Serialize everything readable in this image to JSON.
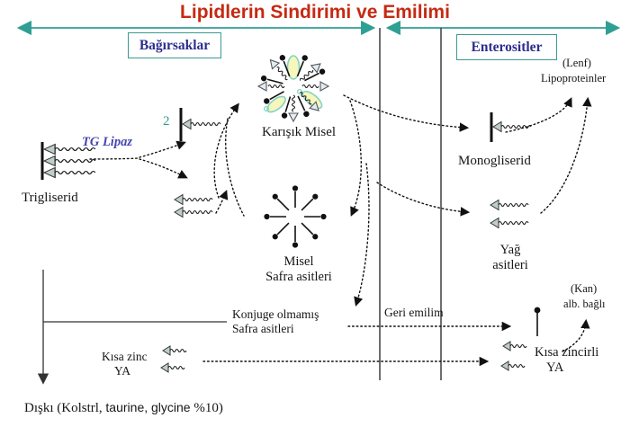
{
  "title": "Lipidlerin Sindirimi ve Emilimi",
  "regions": {
    "left_box": "Bağırsaklar",
    "right_box": "Enterositler"
  },
  "labels": {
    "trigliserid": "Trigliserid",
    "tg_lipaz": "TG Lipaz",
    "two": "2",
    "karisik_misel": "Karışık Misel",
    "misel_line1": "Misel",
    "misel_line2": "Safra asitleri",
    "monogliserid": "Monogliserid",
    "yag_line1": "Yağ",
    "yag_line2": "asitleri",
    "lenf": "(Lenf)",
    "lipoproteinler": "Lipoproteinler",
    "kan": "(Kan)",
    "alb_bagli": "alb. bağlı",
    "geri_emilim": "Geri emilim",
    "konjuge_line1": "Konjuge olmamış",
    "konjuge_line2": "Safra asitleri",
    "kisa_zinc_line1": "Kısa zinc",
    "kisa_zinc_line2": "YA",
    "kisa_zincirli_line1": "Kısa zincirli",
    "kisa_zincirli_line2": "YA",
    "diski_part1": "Dışkı (Kolstrl,",
    "diski_part2": "taurine, glycine",
    "diski_part3": "%10)"
  },
  "colors": {
    "title_red": "#c52a12",
    "teal_accent": "#2f9e93",
    "box_text_navy": "#2d2d8e",
    "tg_lipaz_blue": "#4646ae",
    "micelle_fill": "#f6f6bd",
    "micelle_outline": "#82d3c3",
    "ink": "#161616"
  }
}
